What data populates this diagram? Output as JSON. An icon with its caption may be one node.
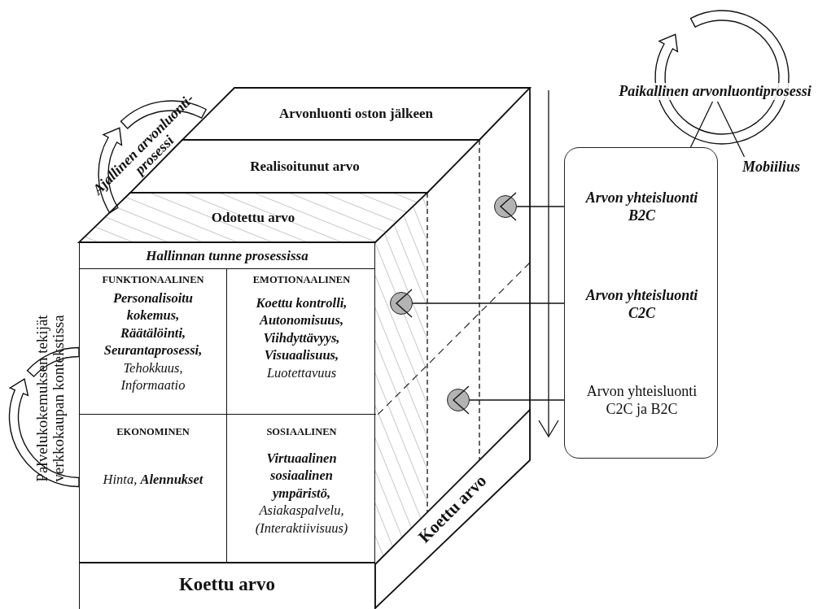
{
  "diagram": {
    "nodes": [
      {
        "text": [
          "Arvonluonti oston jälkeen"
        ]
      },
      {
        "text": [
          "Realisoitunut arvo"
        ]
      },
      {
        "text": [
          "Odotettu arvo"
        ]
      },
      {
        "text": [
          "Hallinnan tunne prosessissa"
        ]
      },
      {
        "text": [
          "FUNKTIONAALINEN",
          "**Personalisoitu kokemus, Räätälöinti, Seurantaprosessi,** Tehokkuus, Informaatio"
        ],
        "in": 3
      },
      {
        "text": [
          "EMOTIONAALINEN",
          "**Koettu kontrolli, Autonomisuus, Viihdyttävyys, Visuaalisuus,** Luotettavuus"
        ],
        "in": 3
      },
      {
        "text": [
          "EKONOMINEN",
          "Hinta, **Alennukset**"
        ],
        "in": 3
      },
      {
        "text": [
          "SOSIAALINEN",
          "**Virtuaalinen sosiaalinen ympäristö,** Asiakaspalvelu, (Interaktiivisuus)"
        ],
        "in": 3
      },
      {
        "text": [
          "Koettu arvo"
        ]
      },
      {
        "text": [
          "Koettu arvo"
        ]
      },
      {
        "text": [
          "Paikallinen arvonluontiprosessi"
        ]
      },
      {
        "text": [
          "Mobiilius"
        ]
      },
      {
        "text": [],
        "shape": "box"
      },
      {
        "text": [
          "Arvon yhteisluonti B2C"
        ],
        "in": 12
      },
      {
        "text": [
          "Arvon yhteisluonti C2C"
        ],
        "in": 12
      },
      {
        "text": [
          "Arvon yhteisluonti C2C ja B2C"
        ],
        "in": 12
      },
      {
        "text": [],
        "shape": "circle"
      },
      {
        "text": [],
        "shape": "circle"
      },
      {
        "text": [],
        "shape": "circle"
      }
    ],
    "edges": [
      {
        "from": 13,
        "to": 16,
        "arrow": "to"
      },
      {
        "from": 14,
        "to": 17,
        "arrow": "to"
      },
      {
        "from": 15,
        "to": 18,
        "arrow": "to"
      },
      {
        "from": 10,
        "to": 12,
        "arrow": "none"
      },
      {
        "from": 10,
        "to": 11,
        "arrow": "none"
      }
    ],
    "labels": [
      "Ajallinen arvonluonti- prosessi",
      "Palvelukokemuksen tekijät verkkokaupan kontekstissa"
    ]
  }
}
